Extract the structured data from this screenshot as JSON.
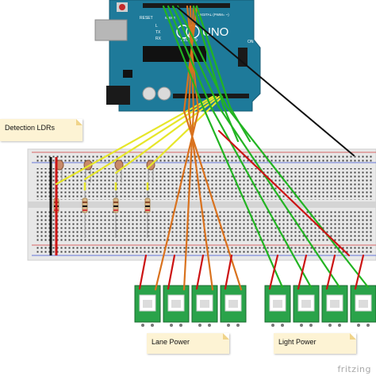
{
  "arduino": {
    "brand": "Arduino",
    "model": "UNO",
    "reset_label": "RESET",
    "icsp_label": "ICSP2",
    "digital_label": "DIGITAL (PWM= ~)",
    "tx_label": "TX",
    "rx_label": "RX",
    "l_label": "L",
    "on_label": "ON"
  },
  "notes": {
    "detection": "Detection LDRs",
    "lane_power": "Lane Power",
    "light_power": "Light Power"
  },
  "watermark": "fritzing",
  "colors": {
    "board": "#1e7a9a",
    "breadboard": "#e9e9e9",
    "wire_green": "#22b422",
    "wire_orange": "#d9721e",
    "wire_yellow": "#e6e62a",
    "wire_red": "#cc1414",
    "wire_black": "#111111",
    "terminal": "#2aa34a"
  },
  "components": {
    "ldr_count": 4,
    "lane_terminals": 4,
    "light_terminals": 4
  }
}
